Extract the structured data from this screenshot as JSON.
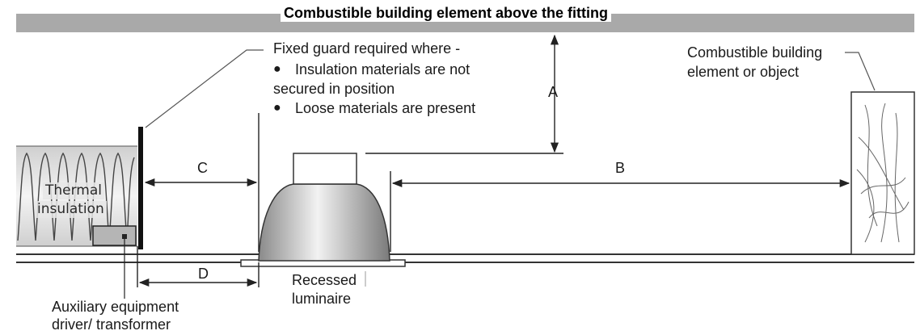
{
  "title": "Combustible building element above the fitting",
  "guard": {
    "heading": "Fixed guard required where -",
    "bullets": [
      {
        "line1": "Insulation materials are not",
        "line2": "secured in position"
      },
      {
        "line1": "Loose materials are present",
        "line2": ""
      }
    ]
  },
  "combustible_object": {
    "line1": "Combustible building",
    "line2": "element or object"
  },
  "dimensions": {
    "a": "A",
    "b": "B",
    "c": "C",
    "d": "D"
  },
  "thermal": {
    "line1": "Thermal",
    "line2": "insulation"
  },
  "luminaire": {
    "line1": "Recessed",
    "line2": "luminaire"
  },
  "auxiliary": {
    "line1": "Auxiliary equipment",
    "line2": "driver/ transformer"
  }
}
